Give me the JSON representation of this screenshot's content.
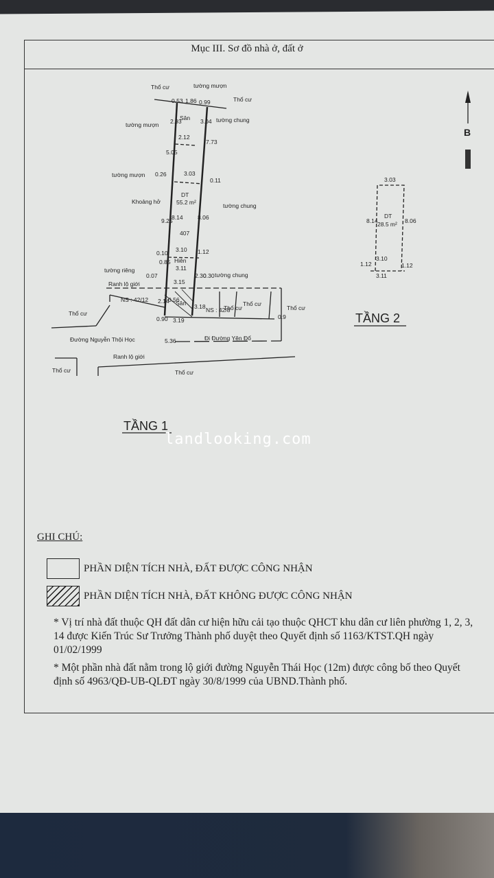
{
  "header": {
    "title": "Mục III. Sơ đồ nhà ở, đất ở"
  },
  "diagram": {
    "north": "B",
    "floor1": {
      "title": "TẦNG 1",
      "labels": [
        "Thổ cư",
        "tường mượn",
        "Thổ cư",
        "0.53",
        "1.86",
        "0.99",
        "Sân",
        "2.93",
        "3.04",
        "tường mượn",
        "tường chung",
        "2.12",
        "5.05",
        "7.73",
        "tường mượn",
        "0.26",
        "3.03",
        "0.11",
        "DT",
        "55.2 m²",
        "Khoảng hở",
        "tường chung",
        "9.25",
        "8.14",
        "8.06",
        "407",
        "0.10",
        "3.10",
        "1.12",
        "Hiên",
        "0.85",
        "3.11",
        "tường riêng",
        "0.07",
        "3.15",
        "2.30",
        "0.30",
        "tường chung",
        "Ranh lộ giới",
        "NS : 42/12",
        "2.14",
        "0.56",
        "Sân",
        "3.18",
        "NS : 42/8",
        "Thổ cư",
        "Thổ cư",
        "Thổ cư",
        "Thổ cư",
        "0.90",
        "3.19",
        "0.9",
        "Đường Nguyễn Thội Học",
        "5.36",
        "Đi Đường Yên Đổ",
        "Ranh lộ giới",
        "Thổ cư",
        "Thổ cư"
      ]
    },
    "floor2": {
      "title": "TẦNG 2",
      "labels": [
        "3.03",
        "DT",
        "28.5 m²",
        "8.14",
        "8.06",
        "3.10",
        "1.12",
        "1.12",
        "3.11"
      ]
    }
  },
  "watermark": "landlooking.com",
  "notes": {
    "heading": "GHI CHÚ:",
    "legend": [
      {
        "label": "PHẦN DIỆN TÍCH NHÀ, ĐẤT ĐƯỢC CÔNG NHẬN",
        "pattern": "empty"
      },
      {
        "label": "PHẦN DIỆN TÍCH NHÀ, ĐẤT KHÔNG ĐƯỢC CÔNG NHẬN",
        "pattern": "hatched"
      }
    ],
    "items": [
      "* Vị trí nhà đất thuộc QH đất dân cư hiện hữu cải tạo thuộc QHCT khu dân cư liên phường 1, 2, 3, 14 được Kiến Trúc Sư Trưởng Thành phố duyệt theo Quyết định số 1163/KTST.QH ngày 01/02/1999",
      "* Một phần nhà đất nằm trong lộ giới đường Nguyễn Thái Học (12m) được công bố theo Quyết định số 4963/QĐ-UB-QLĐT ngày 30/8/1999 của UBND.Thành phố."
    ]
  }
}
